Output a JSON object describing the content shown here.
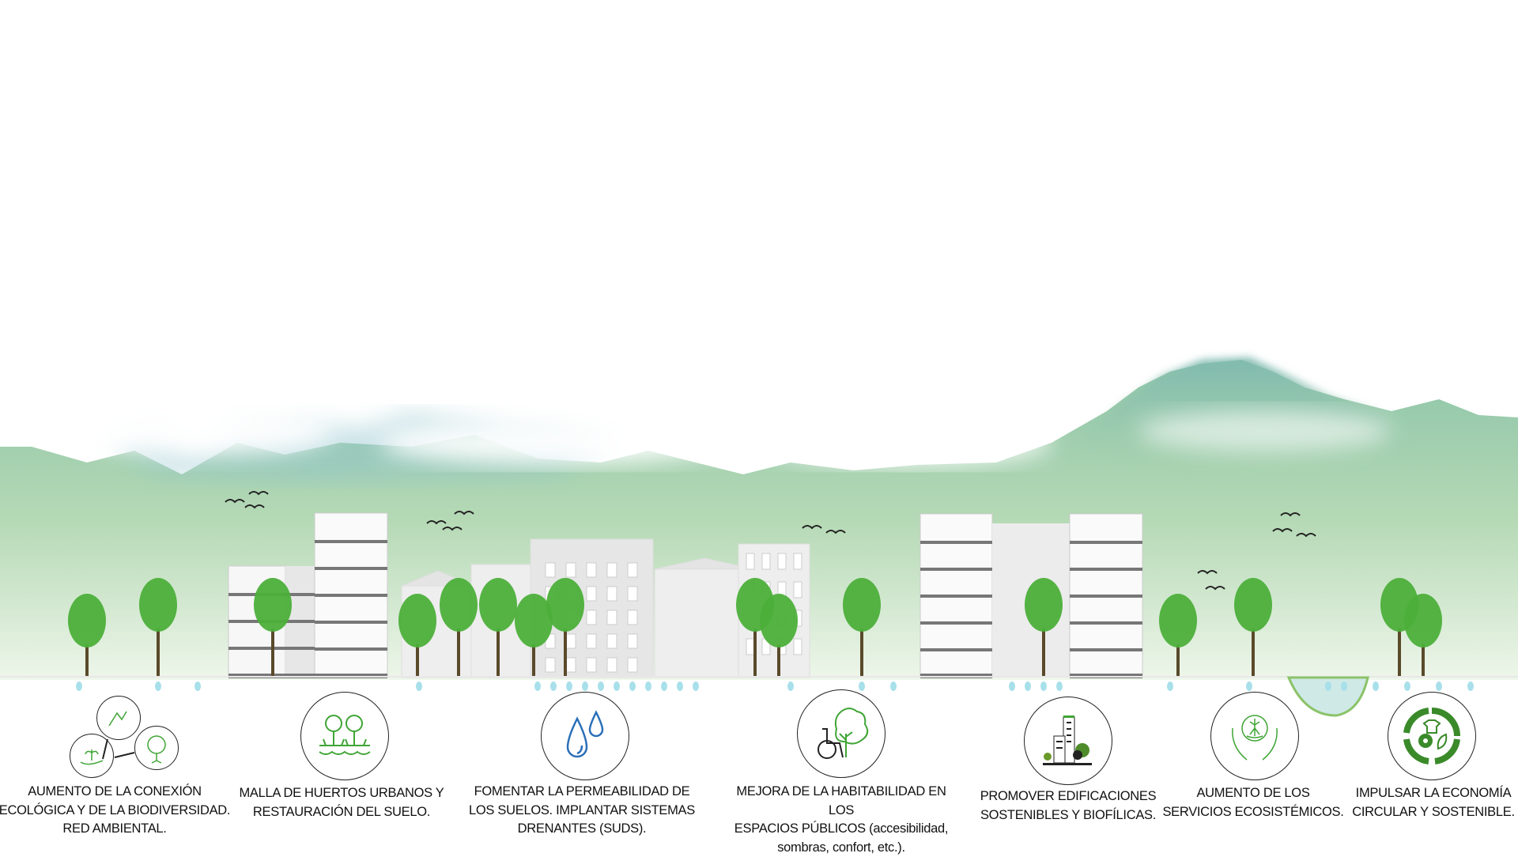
{
  "items": [
    {
      "icon": "ecological-network-icon",
      "label": [
        "AUMENTO DE LA CONEXIÓN",
        "ECOLÓGICA Y DE LA BIODIVERSIDAD.",
        "RED AMBIENTAL."
      ]
    },
    {
      "icon": "urban-garden-icon",
      "label": [
        "MALLA DE  HUERTOS URBANOS Y",
        "RESTAURACIÓN DEL SUELO."
      ]
    },
    {
      "icon": "water-drops-icon",
      "label": [
        "FOMENTAR LA PERMEABILIDAD DE",
        "LOS SUELOS. IMPLANTAR SISTEMAS",
        "DRENANTES (SUDS)."
      ]
    },
    {
      "icon": "wheelchair-tree-icon",
      "label": [
        "MEJORA DE LA HABITABILIDAD EN LOS",
        "ESPACIOS PÚBLICOS (accesibilidad,",
        "sombras, confort, etc.)."
      ]
    },
    {
      "icon": "green-building-icon",
      "label": [
        "PROMOVER EDIFICACIONES",
        "SOSTENIBLES Y BIOFÍLICAS."
      ]
    },
    {
      "icon": "hands-plant-icon",
      "label": [
        "AUMENTO DE LOS",
        "SERVICIOS ECOSISTÉMICOS."
      ]
    },
    {
      "icon": "circular-economy-icon",
      "label": [
        "IMPULSAR LA ECONOMÍA",
        "CIRCULAR Y SOSTENIBLE."
      ]
    }
  ],
  "colors": {
    "green": "#3fa535",
    "blue": "#2a6fb8",
    "mountain": "#9cc9a2",
    "sky_haze": "#8fc3cc"
  }
}
